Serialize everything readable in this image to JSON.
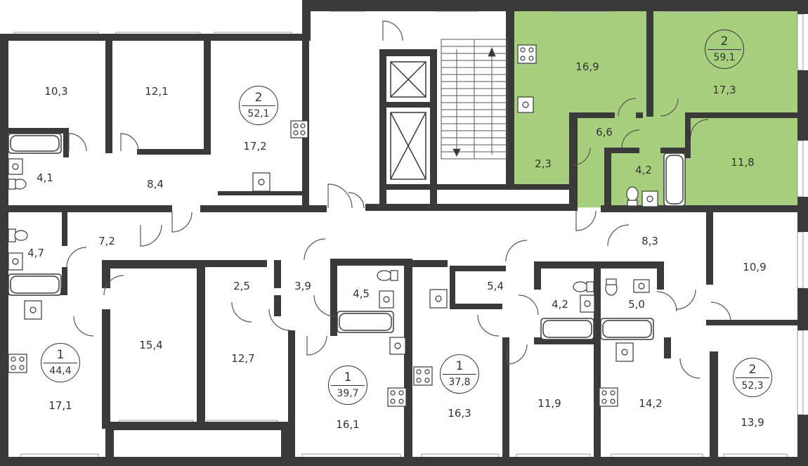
{
  "colors": {
    "wall": "#3a3a3a",
    "highlight": "#a6cf7e",
    "window": "#9a9a9a"
  },
  "apartments": [
    {
      "id": "apt-a",
      "rooms": "2",
      "area": "52,1"
    },
    {
      "id": "apt-b",
      "rooms": "2",
      "area": "59,1"
    },
    {
      "id": "apt-c",
      "rooms": "1",
      "area": "44,4"
    },
    {
      "id": "apt-d",
      "rooms": "1",
      "area": "39,7"
    },
    {
      "id": "apt-e",
      "rooms": "1",
      "area": "37,8"
    },
    {
      "id": "apt-f",
      "rooms": "2",
      "area": "52,3"
    }
  ],
  "rooms": [
    "10,3",
    "12,1",
    "17,2",
    "4,1",
    "8,4",
    "16,9",
    "17,3",
    "6,6",
    "2,3",
    "4,2",
    "11,8",
    "7,2",
    "4,7",
    "8,3",
    "10,9",
    "2,5",
    "3,9",
    "4,5",
    "5,4",
    "4,2",
    "5,0",
    "15,4",
    "12,7",
    "17,1",
    "16,1",
    "16,3",
    "11,9",
    "14,2",
    "13,9"
  ]
}
